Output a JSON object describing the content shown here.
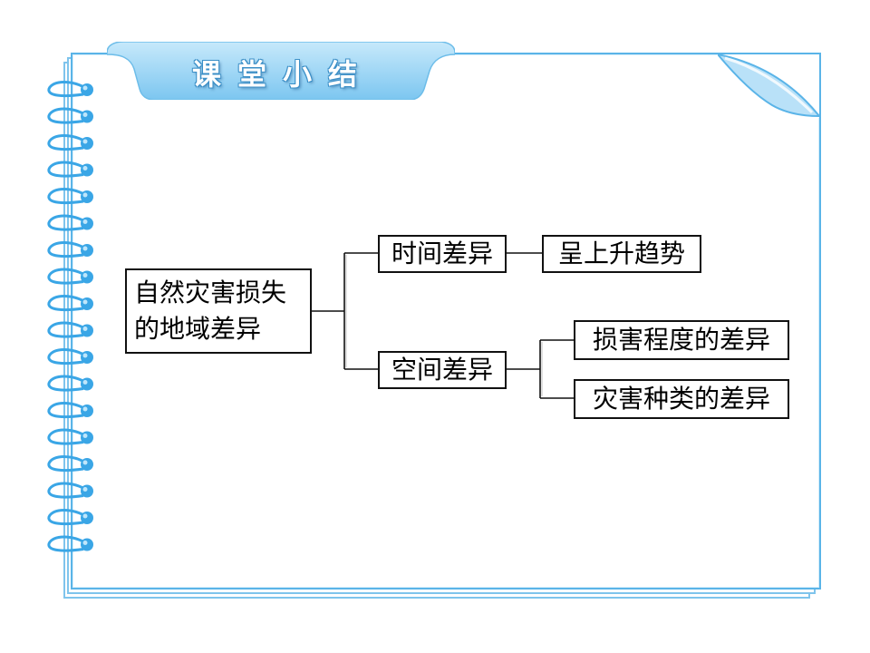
{
  "header": {
    "title": "课堂小结"
  },
  "diagram": {
    "root": {
      "line1": "自然灾害损失",
      "line2": "的地域差异"
    },
    "branch_time": {
      "label": "时间差异",
      "child": "呈上升趋势"
    },
    "branch_space": {
      "label": "空间差异",
      "children": [
        "损害程度的差异",
        "灾害种类的差异"
      ]
    }
  },
  "colors": {
    "frame": "#5ab4e8",
    "tab": "#8fd0f3",
    "spiral": "#3aa6e6",
    "box_border": "#111111"
  }
}
